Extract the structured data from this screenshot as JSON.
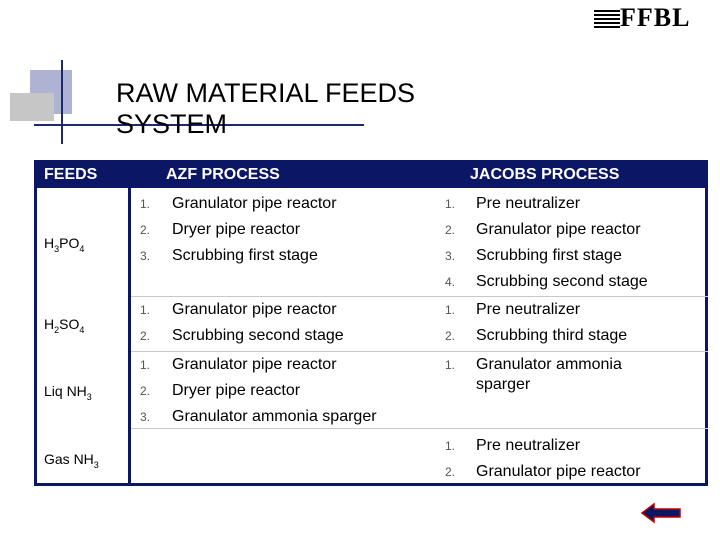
{
  "logo": {
    "text": "FFBL"
  },
  "title": {
    "line1": "RAW MATERIAL FEEDS",
    "line2": "SYSTEM"
  },
  "table": {
    "headers": {
      "feeds": "FEEDS",
      "azf": "AZF PROCESS",
      "jacobs": "JACOBS PROCESS"
    },
    "rows": [
      {
        "feed_base": "H",
        "feed_sub1": "3",
        "feed_mid": "PO",
        "feed_sub2": "4",
        "azf": [
          "Granulator pipe reactor",
          "Dryer pipe reactor",
          "Scrubbing first stage"
        ],
        "jacobs": [
          "Pre neutralizer",
          "Granulator pipe reactor",
          "Scrubbing first stage",
          "Scrubbing second stage"
        ]
      },
      {
        "feed_base": "H",
        "feed_sub1": "2",
        "feed_mid": "SO",
        "feed_sub2": "4",
        "azf": [
          "Granulator pipe reactor",
          "Scrubbing second stage"
        ],
        "jacobs": [
          "Pre neutralizer",
          "Scrubbing third stage"
        ]
      },
      {
        "feed_base": "Liq NH",
        "feed_sub1": "3",
        "azf": [
          "Granulator pipe reactor",
          "Dryer pipe reactor",
          "Granulator ammonia sparger"
        ],
        "jacobs": [
          "Granulator ammonia sparger"
        ]
      },
      {
        "feed_base": "Gas NH",
        "feed_sub1": "3",
        "azf": [],
        "jacobs": [
          "Pre neutralizer",
          "Granulator pipe reactor"
        ]
      }
    ],
    "numbers": [
      "1.",
      "2.",
      "3.",
      "4."
    ]
  },
  "nav": {
    "back_icon": "back-arrow-icon"
  }
}
